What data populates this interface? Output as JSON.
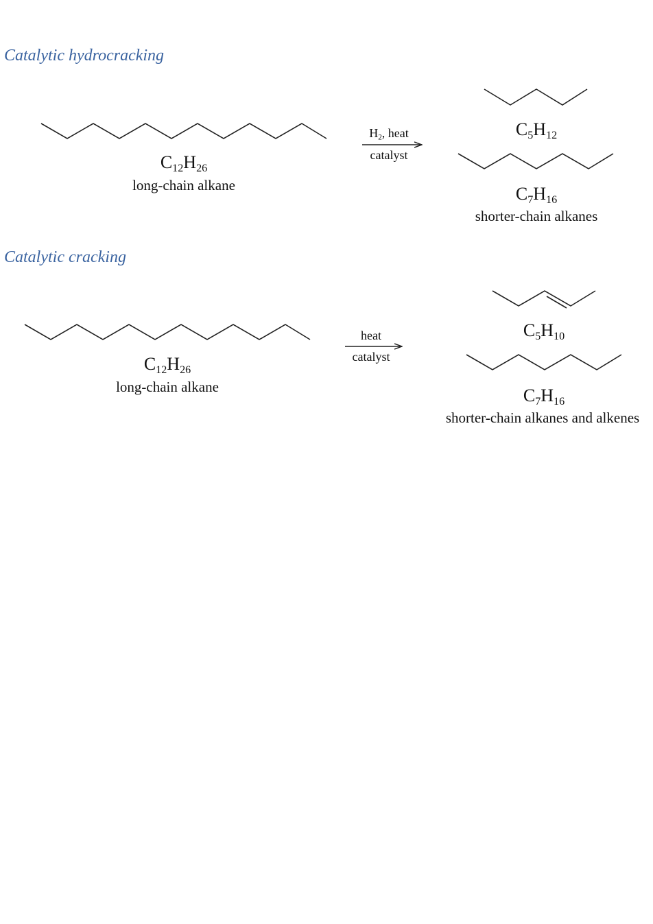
{
  "sections": [
    {
      "heading": "Catalytic hydrocracking",
      "reactant": {
        "formula": {
          "el1": "C",
          "n1": "12",
          "el2": "H",
          "n2": "26"
        },
        "label": "long-chain alkane"
      },
      "conditions": {
        "above": {
          "el": "H",
          "n": "2",
          "rest": ", heat"
        },
        "below": "catalyst"
      },
      "products": [
        {
          "formula": {
            "el1": "C",
            "n1": "5",
            "el2": "H",
            "n2": "12"
          }
        },
        {
          "formula": {
            "el1": "C",
            "n1": "7",
            "el2": "H",
            "n2": "16"
          }
        }
      ],
      "products_label": "shorter-chain alkanes"
    },
    {
      "heading": "Catalytic cracking",
      "reactant": {
        "formula": {
          "el1": "C",
          "n1": "12",
          "el2": "H",
          "n2": "26"
        },
        "label": "long-chain alkane"
      },
      "conditions": {
        "above": "heat",
        "below": "catalyst"
      },
      "products": [
        {
          "formula": {
            "el1": "C",
            "n1": "5",
            "el2": "H",
            "n2": "10"
          }
        },
        {
          "formula": {
            "el1": "C",
            "n1": "7",
            "el2": "H",
            "n2": "16"
          }
        }
      ],
      "products_label": "shorter-chain alkanes and alkenes"
    }
  ]
}
